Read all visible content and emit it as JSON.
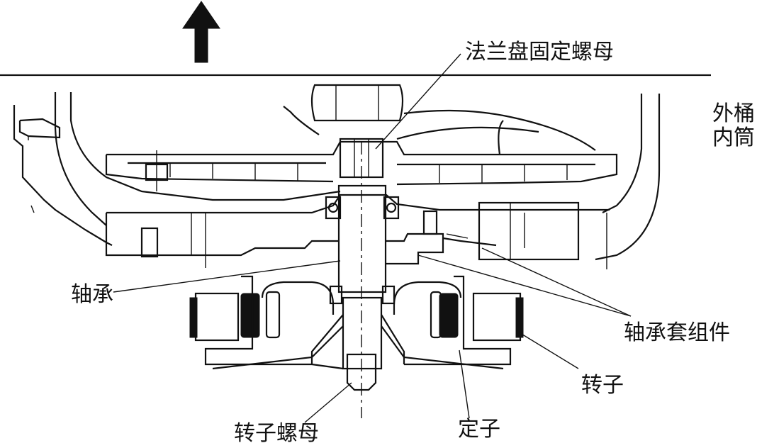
{
  "labels": {
    "flange_nut": "法兰盘固定螺母",
    "outer_tub": "外桶",
    "inner_tub": "内筒",
    "bearing": "轴承",
    "bearing_housing": "轴承套组件",
    "rotor": "转子",
    "stator": "定子",
    "rotor_nut": "转子螺母"
  },
  "colors": {
    "ink": "#111111",
    "background": "#ffffff"
  },
  "icons": {
    "up_arrow": "up-arrow-icon"
  }
}
